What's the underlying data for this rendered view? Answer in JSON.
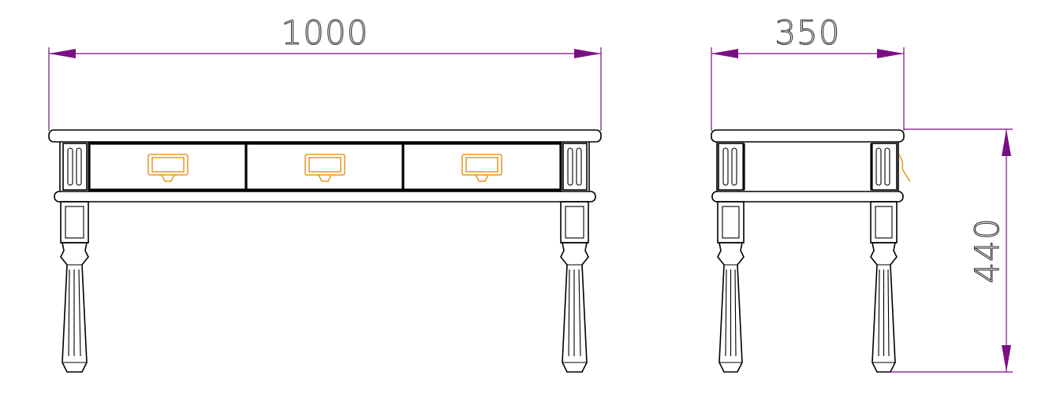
{
  "drawing": {
    "front_view": {
      "width_label": "1000"
    },
    "side_view": {
      "depth_label": "350",
      "height_label": "440"
    },
    "colors": {
      "outline": "#000000",
      "dimension": "#7a0f85",
      "handle": "#e8961e"
    }
  }
}
